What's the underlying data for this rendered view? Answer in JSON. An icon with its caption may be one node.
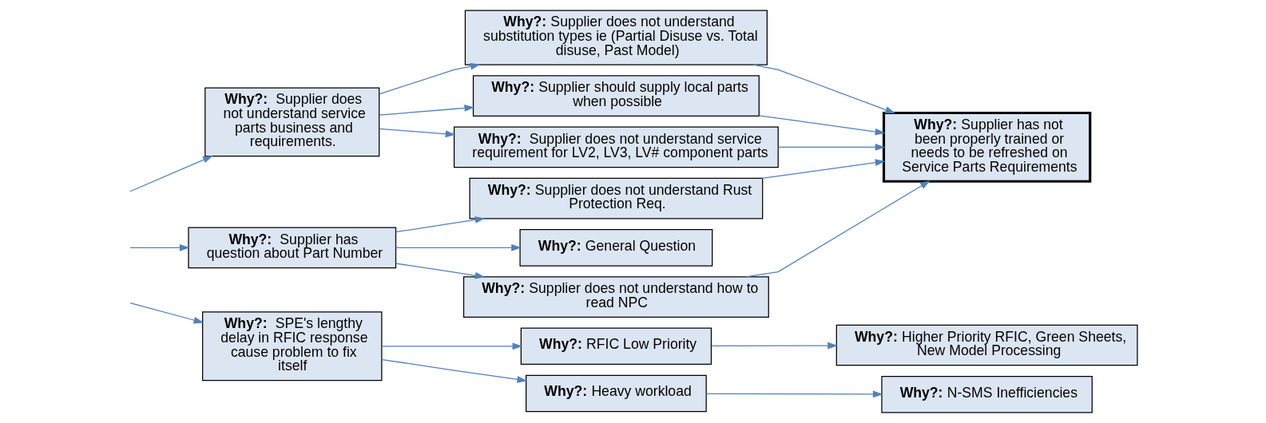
{
  "diagram": {
    "nodes": [
      {
        "text": [
          "**Why?:**  Supplier does not understand service parts business and requirements."
        ]
      },
      {
        "text": [
          "**Why?:**  Supplier does not understand service requirement for LV2, LV3, LV# component parts"
        ]
      },
      {
        "text": [
          "**Why?:** Supplier does not understand substitution types ie (Partial Disuse vs. Total disuse, Past Model)"
        ]
      },
      {
        "text": [
          "**Why?:** Supplier should supply local parts when possible"
        ]
      },
      {
        "text": [
          "**Why?:**  Supplier has question about Part Number"
        ]
      },
      {
        "text": [
          "**Why?:** Supplier does not understand how to read NPC"
        ]
      },
      {
        "text": [
          "**Why?:** Supplier does not understand Rust Protection Req."
        ]
      },
      {
        "text": [
          "**Why?:** General Question"
        ]
      },
      {
        "text": [
          "**Why?:**  SPE's lengthy delay in RFIC response cause problem to fix itself"
        ]
      },
      {
        "text": [
          "**Why?:** Heavy workload"
        ]
      },
      {
        "text": [
          "**Why?:** N-SMS Inefficiencies"
        ]
      },
      {
        "text": [
          "**Why?:** RFIC Low Priority"
        ]
      },
      {
        "text": [
          "**Why?:** Higher Priority RFIC, Green Sheets, New Model Processing"
        ]
      },
      {
        "text": [
          "**Why?:** Supplier has not been properly trained or needs to be refreshed on Service Parts Requirements"
        ]
      }
    ],
    "edges": [
      {
        "from": null,
        "to": 0,
        "arrow": "to"
      },
      {
        "from": null,
        "to": 4,
        "arrow": "to"
      },
      {
        "from": null,
        "to": 8,
        "arrow": "to"
      },
      {
        "from": 0,
        "to": 1,
        "arrow": "to"
      },
      {
        "from": 0,
        "to": 2,
        "arrow": "to"
      },
      {
        "from": 0,
        "to": 3,
        "arrow": "to"
      },
      {
        "from": 4,
        "to": 5,
        "arrow": "to"
      },
      {
        "from": 4,
        "to": 6,
        "arrow": "to"
      },
      {
        "from": 4,
        "to": 7,
        "arrow": "to"
      },
      {
        "from": 8,
        "to": 9,
        "arrow": "to"
      },
      {
        "from": 8,
        "to": 11,
        "arrow": "to"
      },
      {
        "from": 9,
        "to": 10,
        "arrow": "to"
      },
      {
        "from": 11,
        "to": 12,
        "arrow": "to"
      },
      {
        "from": 1,
        "to": 13,
        "arrow": "to"
      },
      {
        "from": 2,
        "to": 13,
        "arrow": "to"
      },
      {
        "from": 3,
        "to": 13,
        "arrow": "to"
      },
      {
        "from": 5,
        "to": 13,
        "arrow": "to"
      },
      {
        "from": 6,
        "to": 13,
        "arrow": "to"
      }
    ]
  }
}
